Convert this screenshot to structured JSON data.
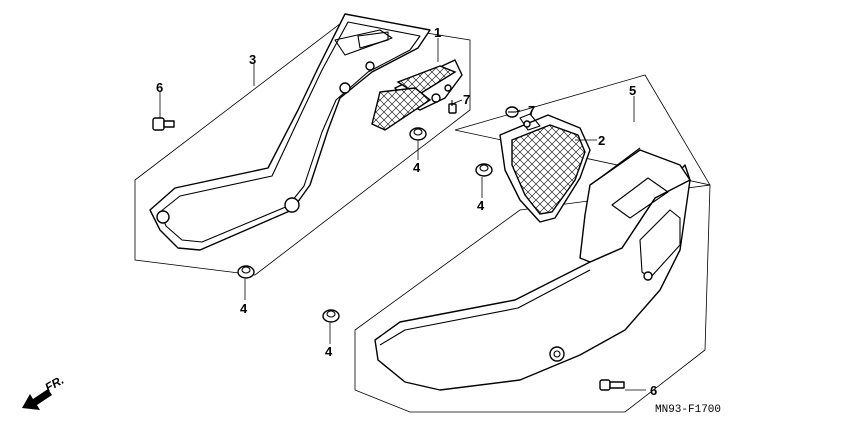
{
  "diagram": {
    "callouts": {
      "c1": "1",
      "c2": "2",
      "c3": "3",
      "c4a": "4",
      "c4b": "4",
      "c4c": "4",
      "c4d": "4",
      "c5": "5",
      "c6a": "6",
      "c6b": "6",
      "c7a": "7",
      "c7b": "7"
    },
    "front_indicator": "FR.",
    "part_code": "MN93-F1700"
  },
  "icons": {
    "front_arrow": "arrow-down-left-icon"
  }
}
